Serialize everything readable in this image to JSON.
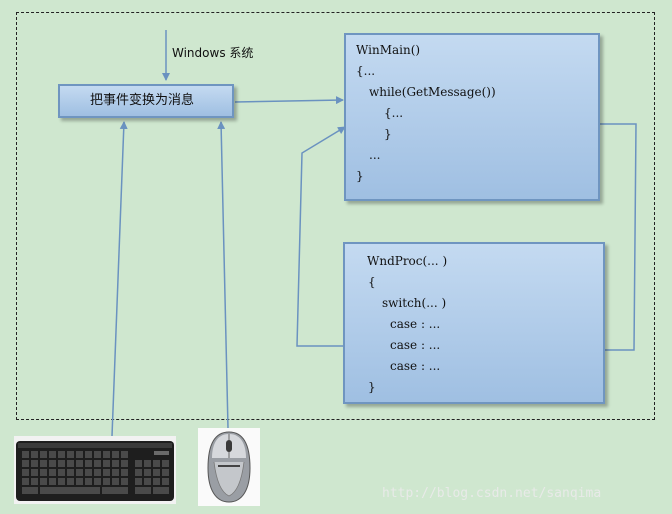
{
  "source_label": "Windows 系统",
  "convert_box": {
    "label": "把事件变换为消息"
  },
  "winmain": {
    "lines": [
      "WinMain()",
      "{...",
      "while(GetMessage())",
      "{...",
      "}",
      "...",
      "}"
    ]
  },
  "wndproc": {
    "lines": [
      "WndProc(... )",
      "{",
      "switch(... )",
      "case :  ...",
      "case :  ...",
      "case :  ...",
      "}"
    ]
  },
  "devices": {
    "keyboard": "keyboard-icon",
    "mouse": "mouse-icon"
  },
  "watermark": "http://blog.csdn.net/sanqima",
  "colors": {
    "background": "#cfe7cf",
    "box_border": "#6f95c0",
    "box_fill": "#b4cfec",
    "arrow": "#6a92c0"
  }
}
